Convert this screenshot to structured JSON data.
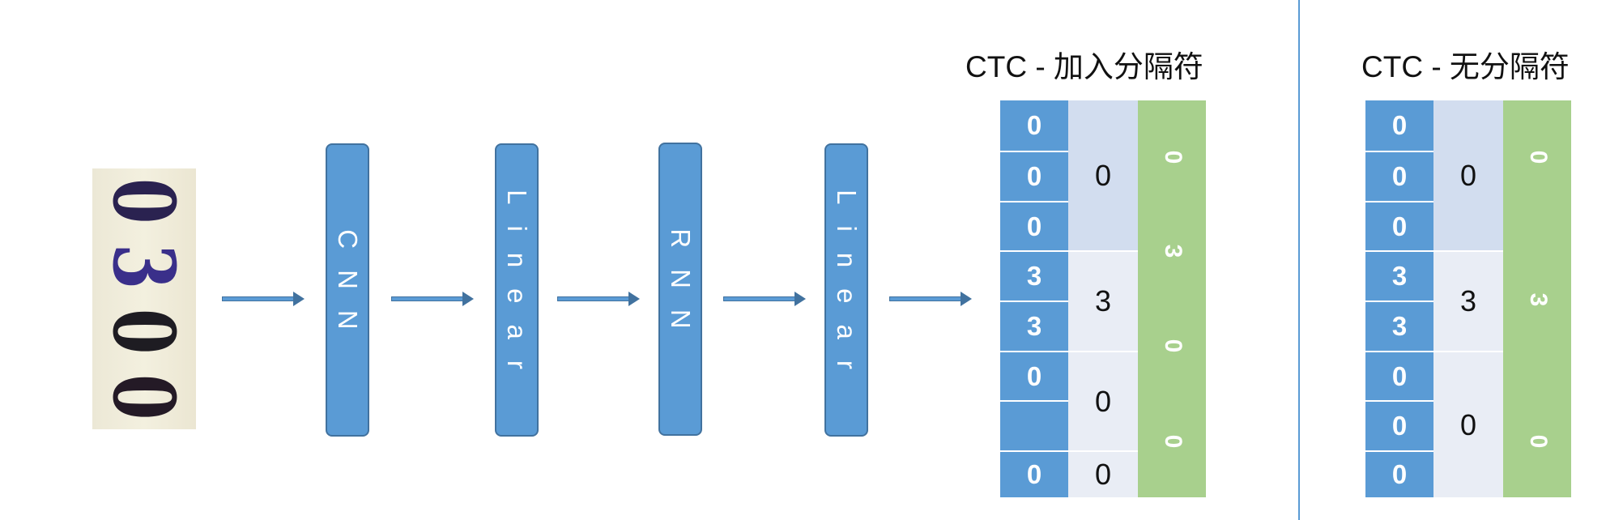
{
  "input_image": {
    "digits": [
      "0",
      "3",
      "0",
      "0"
    ]
  },
  "pipeline": [
    {
      "label": "CNN"
    },
    {
      "label": "Linear"
    },
    {
      "label": "RNN"
    },
    {
      "label": "Linear"
    }
  ],
  "ctc_with_blank": {
    "title": "CTC - 加入分隔符",
    "frames": [
      "0",
      "0",
      "0",
      "3",
      "3",
      "0",
      "",
      "0"
    ],
    "groups": [
      {
        "label": "0",
        "span": 3
      },
      {
        "label": "3",
        "span": 2
      },
      {
        "label": "0",
        "span": 2
      },
      {
        "label": "0",
        "span": 1
      }
    ],
    "output": [
      "0",
      "3",
      "0",
      "0"
    ]
  },
  "ctc_no_blank": {
    "title": "CTC - 无分隔符",
    "frames": [
      "0",
      "0",
      "0",
      "3",
      "3",
      "0",
      "0",
      "0"
    ],
    "groups": [
      {
        "label": "0",
        "span": 3
      },
      {
        "label": "3",
        "span": 2
      },
      {
        "label": "0",
        "span": 3
      }
    ],
    "output": [
      "0",
      "3",
      "0"
    ]
  },
  "colors": {
    "box_fill": "#5a9bd5",
    "box_border": "#41729f",
    "group_light": "#d2ddef",
    "group_lighter": "#e9edf5",
    "output_green": "#a8d08d",
    "divider": "#5a9bd5"
  }
}
